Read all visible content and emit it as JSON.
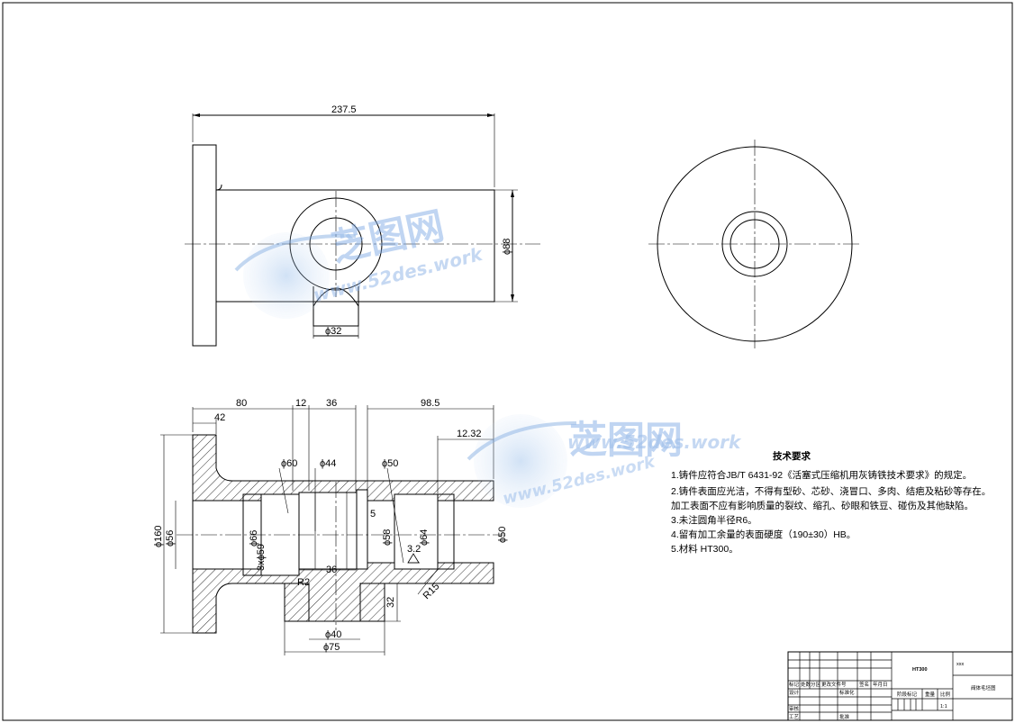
{
  "drawing": {
    "top_view": {
      "overall_length": "237.5",
      "dia_right": "ϕ88",
      "dia_boss": "ϕ32"
    },
    "section_view": {
      "dims": {
        "d80": "80",
        "d42": "42",
        "d12": "12",
        "d36": "36",
        "d98_5": "98.5",
        "d12_32": "12.32",
        "phi60": "ϕ60",
        "phi44": "ϕ44",
        "phi50_top": "ϕ50",
        "d5": "5",
        "phi160": "ϕ160",
        "phi56": "ϕ56",
        "phi66": "ϕ66",
        "phi59": "3xϕ59",
        "d36_low": "36",
        "phi58": "ϕ58",
        "d3_2": "3.2",
        "phi64": "ϕ64",
        "phi50_right": "ϕ50",
        "r2": "R2",
        "r15": "R15",
        "d32": "32",
        "phi40": "ϕ40",
        "phi75": "ϕ75"
      }
    }
  },
  "tech_requirements": {
    "title": "技术要求",
    "items": [
      "1.铸件应符合JB/T 6431-92《活塞式压缩机用灰铸铁技术要求》的规定。",
      "2.铸件表面应光洁，不得有型砂、芯砂、浇冒口、多肉、结疤及粘砂等存在。",
      "加工表面不应有影响质量的裂纹、缩孔、砂眼和铁豆、碰伤及其他缺陷。",
      "3.未注圆角半径R6。",
      "4.留有加工余量的表面硬度（190±30）HB。",
      "5.材料 HT300。"
    ]
  },
  "title_block": {
    "material": "HT300",
    "xxx": "xxx",
    "drawing_name": "阀体毛坯图",
    "labels": {
      "mark": "标记",
      "qty": "处数",
      "zone": "分区",
      "change_doc": "更改文件号",
      "sign": "签名",
      "date": "年月日",
      "design": "设计",
      "std": "标准化",
      "check": "审核",
      "process": "工艺",
      "approve": "批准",
      "stage_mark": "阶段标记",
      "weight": "重量",
      "scale": "比例",
      "scale_val": "1:1"
    }
  },
  "watermark": {
    "cn": "芝图网",
    "url1": "www.52des.work",
    "url2": "www.52des.work"
  }
}
